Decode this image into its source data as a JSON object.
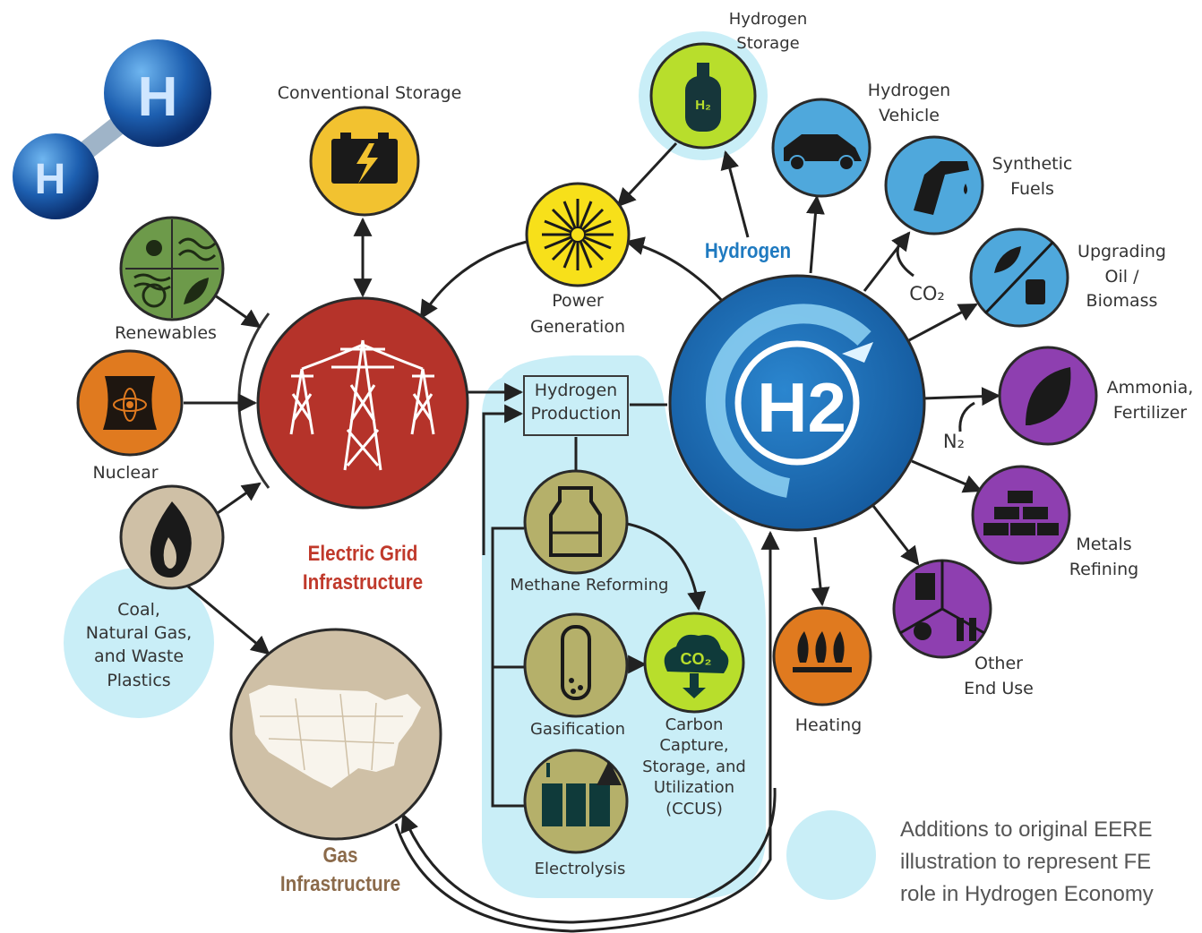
{
  "molecule": {
    "atom_left": "H",
    "atom_right": "H"
  },
  "nodes": {
    "conventional_storage": "Conventional Storage",
    "renewables": "Renewables",
    "nuclear": "Nuclear",
    "coal_gas_waste": [
      "Coal,",
      "Natural Gas,",
      "and Waste",
      "Plastics"
    ],
    "electric_grid": [
      "Electric Grid",
      "Infrastructure"
    ],
    "gas_infrastructure": [
      "Gas",
      "Infrastructure"
    ],
    "power_generation": [
      "Power",
      "Generation"
    ],
    "hydrogen_storage": [
      "Hydrogen",
      "Storage"
    ],
    "hydrogen_storage_icon_text": "H₂",
    "hydrogen": "Hydrogen",
    "hydrogen_production": [
      "Hydrogen",
      "Production"
    ],
    "methane_reforming": "Methane Reforming",
    "gasification": "Gasification",
    "electrolysis": "Electrolysis",
    "ccus": [
      "Carbon",
      "Capture,",
      "Storage, and",
      "Utilization",
      "(CCUS)"
    ],
    "ccus_icon_text": "CO₂",
    "h2_hub": "H2",
    "heating": "Heating",
    "hydrogen_vehicle": [
      "Hydrogen",
      "Vehicle"
    ],
    "synthetic_fuels": [
      "Synthetic",
      "Fuels"
    ],
    "co2_input": "CO₂",
    "upgrading": [
      "Upgrading",
      "Oil /",
      "Biomass"
    ],
    "ammonia": [
      "Ammonia,",
      "Fertilizer"
    ],
    "n2_input": "N₂",
    "metals_refining": [
      "Metals",
      "Refining"
    ],
    "other_end_use": [
      "Other",
      "End Use"
    ]
  },
  "legend_note": [
    "Additions to original EERE",
    "illustration to represent FE",
    "role in Hydrogen Economy"
  ],
  "colors": {
    "highlight": "#c9eef7",
    "grid_red": "#b5332a",
    "hub_blue": "#1f6fb5",
    "end_use_blue": "#4fa8dc",
    "end_use_purple": "#8e3fb0",
    "fossil_olive": "#b5b06a",
    "storage_yellow": "#f2c230",
    "renew_green": "#6d9a4a",
    "nuclear_orange": "#e07a1f",
    "gas_tan": "#cfc0a6",
    "ccus_green": "#b8de2c",
    "power_yellow": "#f7e01a"
  }
}
